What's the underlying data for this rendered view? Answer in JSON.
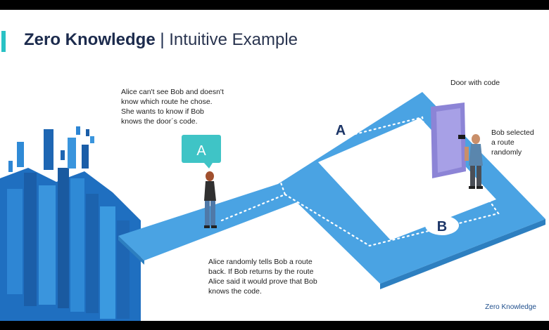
{
  "title": {
    "bold": "Zero Knowledge",
    "sep": " | ",
    "light": "Intuitive Example"
  },
  "notes": {
    "alice_cant_see": "Alice can't see Bob and doesn't\nknow which route he chose.\nShe wants to know if Bob\nknows the door´s code.",
    "door_with_code": "Door with code",
    "bob_selected": "Bob selected\na route\nrandomly",
    "alice_tells": "Alice randomly tells Bob a route\nback. If Bob returns by the route\nAlice said it would prove that Bob\nknows the code."
  },
  "labels": {
    "route_a": "A",
    "route_b": "B",
    "speech_a": "A"
  },
  "brand": "Zero Knowledge",
  "colors": {
    "path": "#4aa3e3",
    "path_edge": "#2d7fc0",
    "label_bg": "#1c3567",
    "speech_bg": "#3fc4c6",
    "door": "#8c84d6",
    "buildings": "#1f6fc0"
  }
}
